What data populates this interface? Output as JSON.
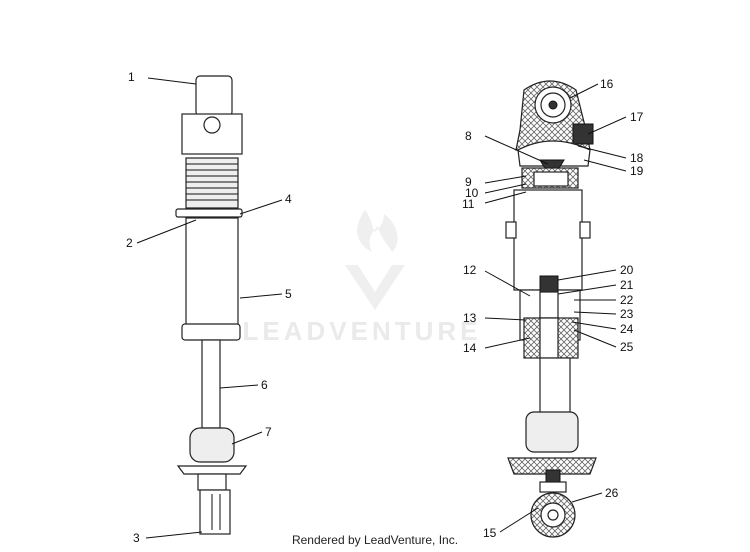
{
  "watermark": {
    "brand": "LEADVENTURE"
  },
  "footer": {
    "rendered_by": "Rendered by LeadVenture, Inc."
  },
  "callouts": {
    "c1": "1",
    "c2": "2",
    "c3": "3",
    "c4": "4",
    "c5": "5",
    "c6": "6",
    "c7": "7",
    "c8": "8",
    "c9": "9",
    "c10": "10",
    "c11": "11",
    "c12": "12",
    "c13": "13",
    "c14": "14",
    "c15": "15",
    "c16": "16",
    "c17": "17",
    "c18": "18",
    "c19": "19",
    "c20": "20",
    "c21": "21",
    "c22": "22",
    "c23": "23",
    "c24": "24",
    "c25": "25",
    "c26": "26"
  }
}
